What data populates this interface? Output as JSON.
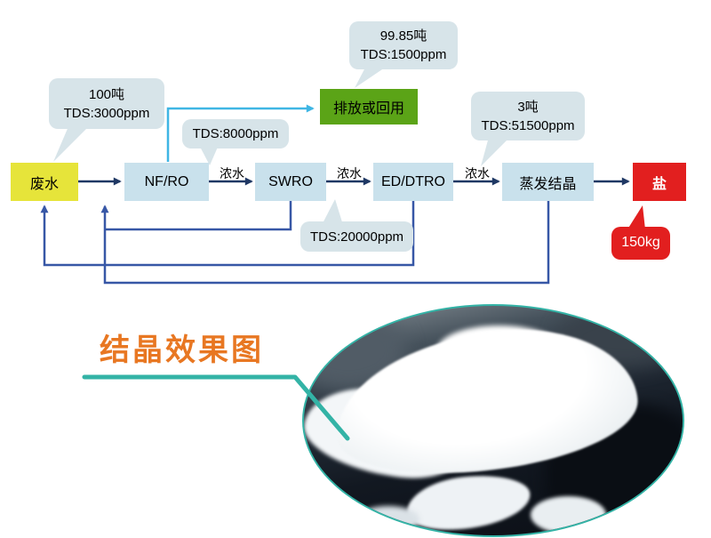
{
  "boxes": {
    "wastewater": "废水",
    "nfro": "NF/RO",
    "swro": "SWRO",
    "eddtro": "ED/DTRO",
    "evap": "蒸发结晶",
    "salt": "盐",
    "discharge": "排放或回用"
  },
  "concentrate_labels": [
    "浓水",
    "浓水",
    "浓水"
  ],
  "callouts": {
    "feed": [
      "100吨",
      "TDS:3000ppm"
    ],
    "nfro_out": [
      "TDS:8000ppm"
    ],
    "discharge": [
      "99.85吨",
      "TDS:1500ppm"
    ],
    "evap_feed": [
      "3吨",
      "TDS:51500ppm"
    ],
    "swro_out": [
      "TDS:20000ppm"
    ],
    "salt_weight": [
      "150kg"
    ]
  },
  "photo_caption": "结晶效果图",
  "colors": {
    "navy_arrow": "#1f3864",
    "return_arrow": "#3757a6",
    "cyan_arrow": "#3fb6e4",
    "teal_pointer": "#33b3a6",
    "box_yellow": "#e6e43a",
    "box_lightblue": "#c9e1ec",
    "box_green": "#5ba417",
    "box_red": "#e21f1f",
    "callout_bg": "#d7e4e9",
    "caption_orange": "#e87722"
  }
}
